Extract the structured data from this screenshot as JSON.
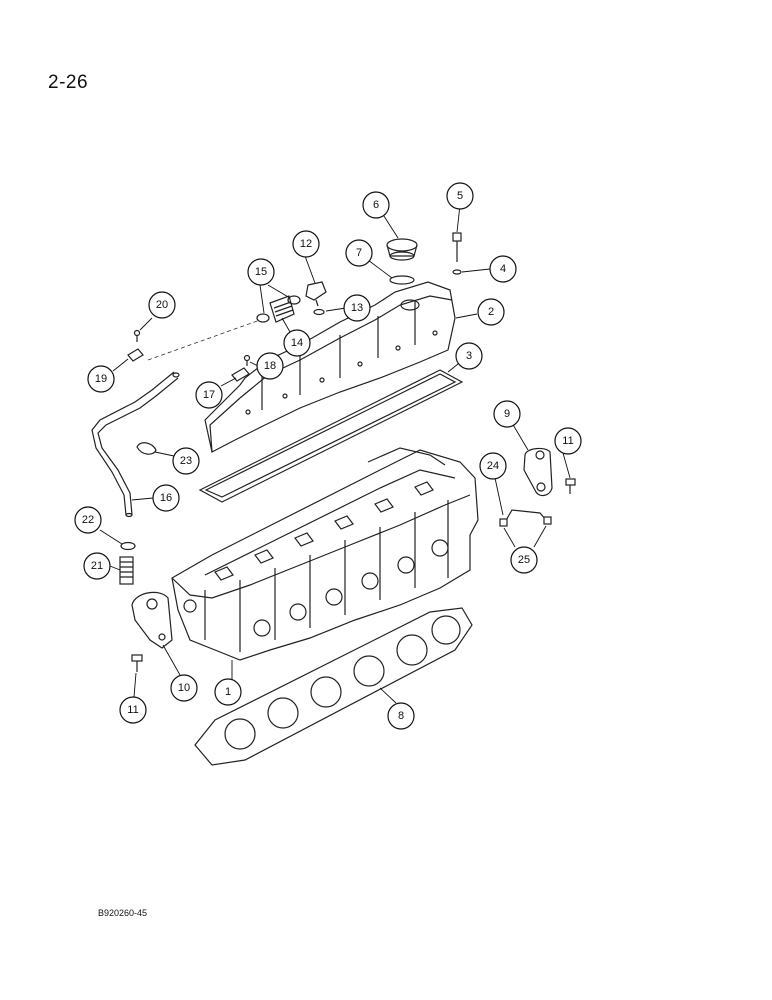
{
  "page": {
    "page_number": "2-26",
    "figure_code": "B920260-45"
  },
  "callouts": [
    {
      "id": "c1",
      "label": "1"
    },
    {
      "id": "c2",
      "label": "2"
    },
    {
      "id": "c3",
      "label": "3"
    },
    {
      "id": "c4",
      "label": "4"
    },
    {
      "id": "c5",
      "label": "5"
    },
    {
      "id": "c6",
      "label": "6"
    },
    {
      "id": "c7",
      "label": "7"
    },
    {
      "id": "c8",
      "label": "8"
    },
    {
      "id": "c9",
      "label": "9"
    },
    {
      "id": "c10",
      "label": "10"
    },
    {
      "id": "c11a",
      "label": "11"
    },
    {
      "id": "c11b",
      "label": "11"
    },
    {
      "id": "c12",
      "label": "12"
    },
    {
      "id": "c13",
      "label": "13"
    },
    {
      "id": "c14",
      "label": "14"
    },
    {
      "id": "c15",
      "label": "15"
    },
    {
      "id": "c16",
      "label": "16"
    },
    {
      "id": "c17",
      "label": "17"
    },
    {
      "id": "c18",
      "label": "18"
    },
    {
      "id": "c19",
      "label": "19"
    },
    {
      "id": "c20",
      "label": "20"
    },
    {
      "id": "c21",
      "label": "21"
    },
    {
      "id": "c22",
      "label": "22"
    },
    {
      "id": "c23",
      "label": "23"
    },
    {
      "id": "c24",
      "label": "24"
    },
    {
      "id": "c25",
      "label": "25"
    }
  ]
}
